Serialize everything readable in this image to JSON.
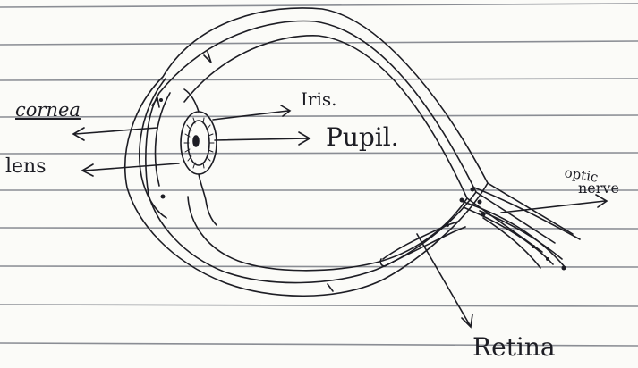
{
  "diagram": {
    "labels": {
      "cornea": "cornea",
      "lens": "lens",
      "iris": "Iris.",
      "pupil": "Pupil.",
      "optic": "optic",
      "nerve": "nerve",
      "retina": "Retina"
    }
  },
  "colors": {
    "paper": "#fbfbf8",
    "ruled_line": "#8a8d94",
    "ink": "#1d1d24"
  }
}
